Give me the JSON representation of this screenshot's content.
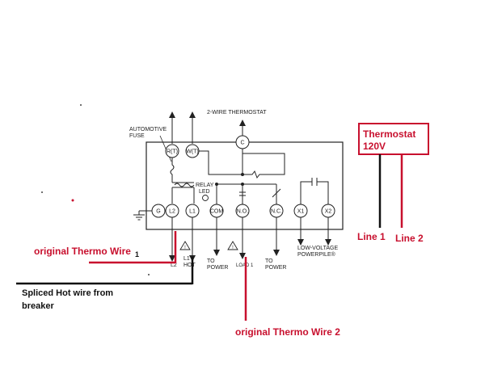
{
  "diagram": {
    "header_faded": "",
    "header_label": "2-WIRE THERMOSTAT",
    "automotive_fuse": [
      "AUTOMOTIVE",
      "FUSE"
    ],
    "relay_led": [
      "RELAY",
      "LED"
    ],
    "terminals": {
      "rt": "R(T)",
      "wt": "W(T)",
      "c": "C",
      "g": "G",
      "l2": "L2",
      "l1": "L1",
      "com": "COM",
      "no": "N.O.",
      "nc": "N.C.",
      "x1": "X1",
      "x2": "X2"
    },
    "warn_symbol": "!",
    "bottom_labels": {
      "l2_under": "L2",
      "l1_under": [
        "L1",
        "HOT"
      ],
      "to_power_1": [
        "TO",
        "POWER"
      ],
      "load": "LOAD 1",
      "to_power_2": [
        "TO",
        "POWER"
      ],
      "low_voltage": [
        "LOW-VOLTAGE",
        "POWERPILE®"
      ]
    }
  },
  "annotations": {
    "thermostat_box": [
      "Thermostat",
      "120V"
    ],
    "line1": "Line 1",
    "line2": "Line 2",
    "thermo_wire_1": "original Thermo Wire",
    "thermo_wire_1_suffix": "1",
    "thermo_wire_2": "original Thermo Wire  2",
    "spliced_hot": [
      "Spliced Hot wire from",
      "breaker"
    ]
  },
  "colors": {
    "annotation_red": "#c8102e",
    "line_black": "#111111"
  }
}
